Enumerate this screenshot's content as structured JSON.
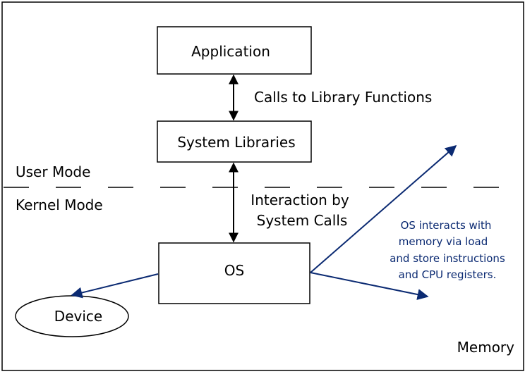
{
  "nodes": {
    "application": "Application",
    "system_libraries": "System Libraries",
    "os": "OS",
    "device": "Device"
  },
  "edge_labels": {
    "library_calls": "Calls to Library Functions",
    "system_calls_line1": "Interaction by",
    "system_calls_line2": "System Calls"
  },
  "modes": {
    "user": "User Mode",
    "kernel": "Kernel Mode"
  },
  "memory_note": {
    "line1": "OS interacts with",
    "line2": "memory via load",
    "line3": "and store instructions",
    "line4": "and CPU registers."
  },
  "memory_label": "Memory",
  "colors": {
    "ink": "#000000",
    "accent": "#0b2a72"
  }
}
